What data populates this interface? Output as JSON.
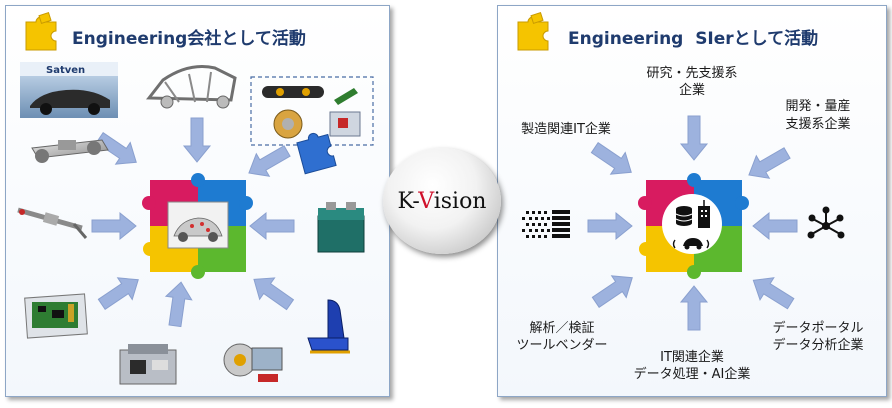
{
  "left_panel": {
    "title": "Engineering会社として活動",
    "logo_text": "Satven",
    "icons": [
      "car-photo",
      "car-body-frame",
      "dashboard-parts",
      "chassis",
      "steering-rack",
      "ecu-board",
      "electronic-module",
      "motor-assembly",
      "car-seat",
      "battery-unit",
      "blue-puzzle-piece"
    ]
  },
  "right_panel": {
    "title": "Engineering  SIerとして活動",
    "labels": {
      "research": [
        "研究・先支援系",
        "企業"
      ],
      "development": [
        "開発・量産",
        "支援系企業"
      ],
      "manufacturing_it": "製造関連IT企業",
      "analysis_tools": [
        "解析／検証",
        "ツールベンダー"
      ],
      "it_data_ai": [
        "IT関連企業",
        "データ処理・AI企業"
      ],
      "data_portal": [
        "データポータル",
        "データ分析企業"
      ]
    },
    "icons": [
      "data-grid-icon",
      "network-nodes-icon",
      "database-icon",
      "building-icon",
      "connected-car-icon"
    ]
  },
  "center": {
    "label_prefix": "K-",
    "label_highlight": "V",
    "label_suffix": "ision"
  },
  "colors": {
    "puzzle_red": "#d81b60",
    "puzzle_blue": "#1e7bd1",
    "puzzle_yellow": "#f5c400",
    "puzzle_green": "#5cb82e",
    "arrow_fill": "#9db2de",
    "title": "#1f3b6e",
    "accent_v": "#d0102b"
  }
}
